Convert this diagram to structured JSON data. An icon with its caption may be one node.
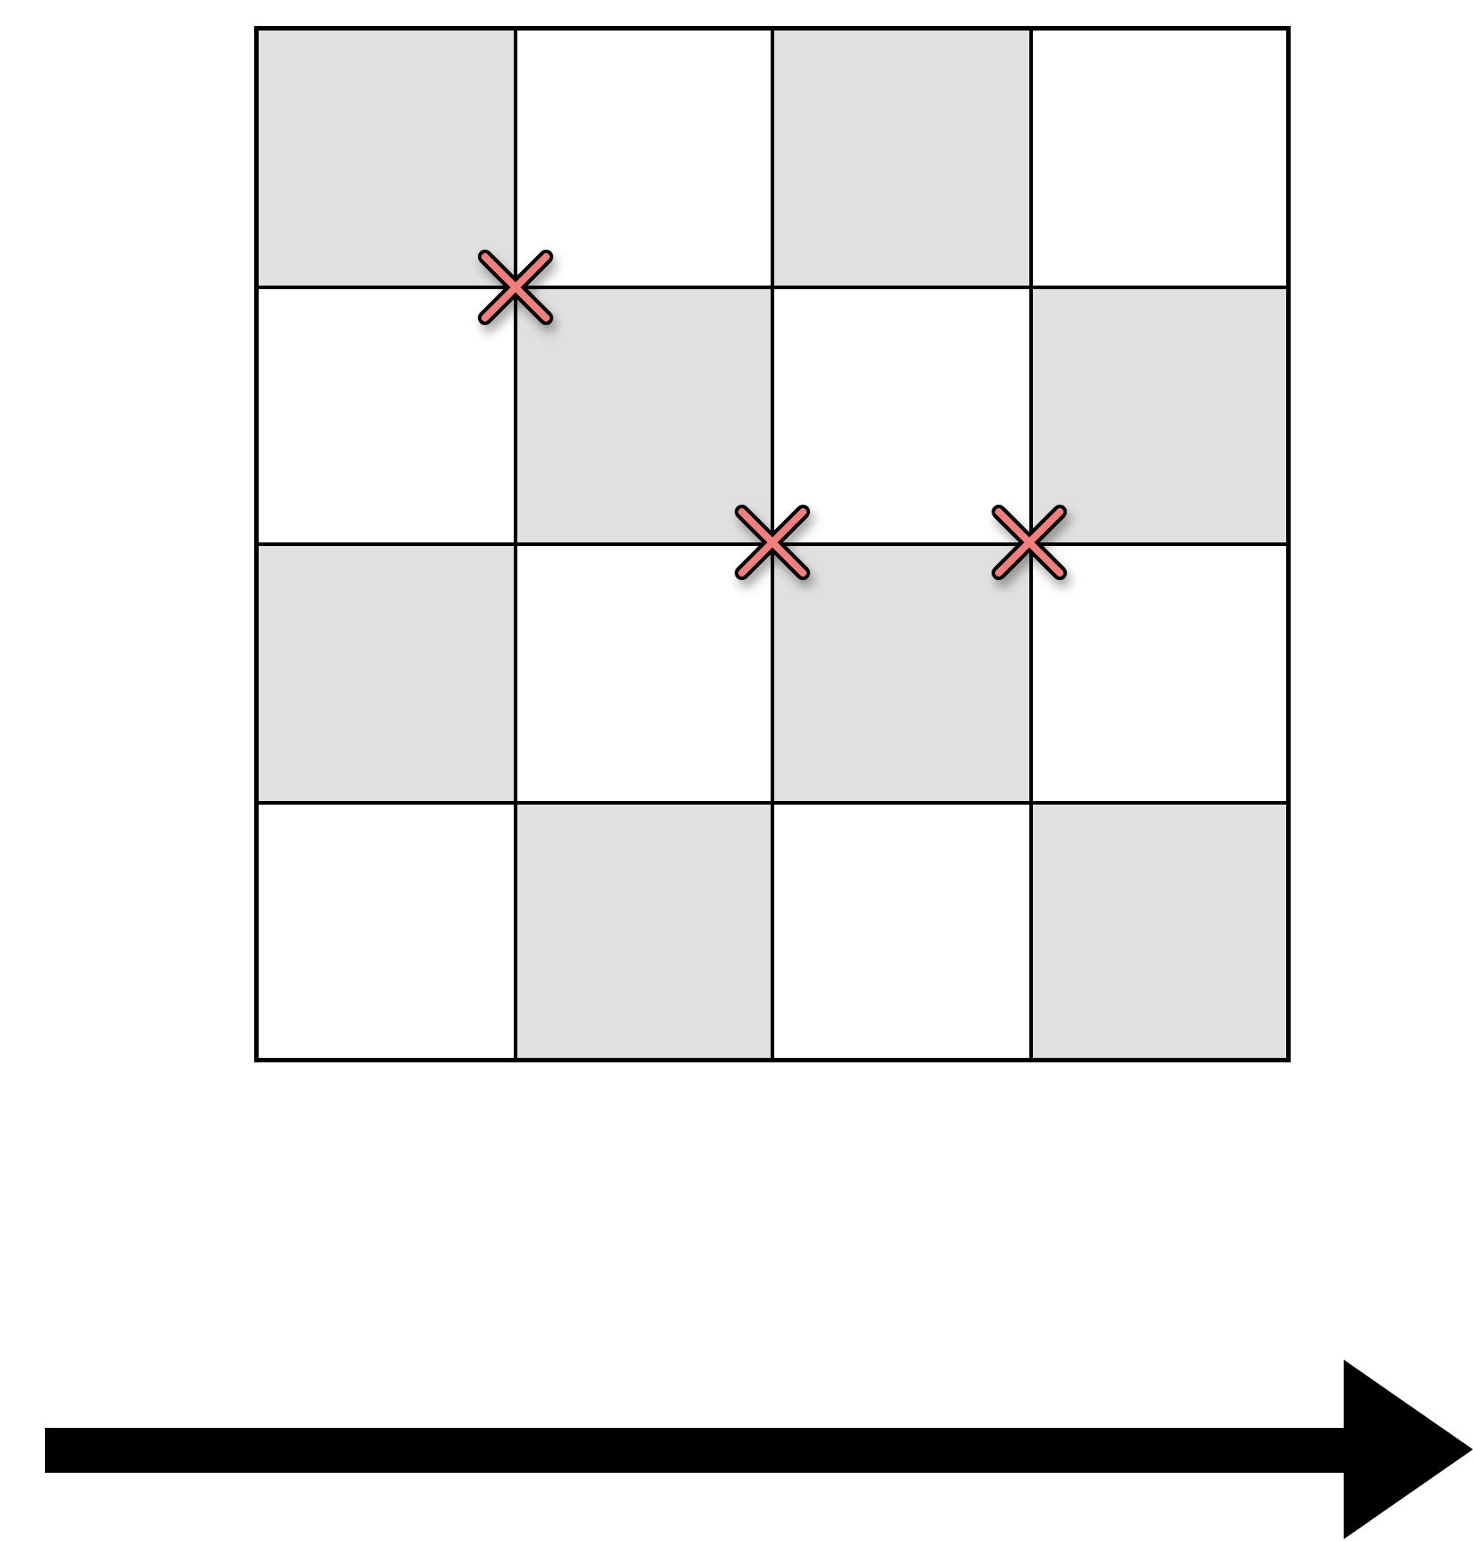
{
  "diagram": {
    "nodes": [
      {
        "text": [],
        "shape": "box"
      },
      {
        "text": [],
        "shape": "box"
      },
      {
        "text": [],
        "shape": "box"
      },
      {
        "text": [],
        "shape": "box"
      },
      {
        "text": [],
        "shape": "box"
      },
      {
        "text": [],
        "shape": "box"
      },
      {
        "text": [],
        "shape": "box"
      },
      {
        "text": [],
        "shape": "box"
      },
      {
        "text": [],
        "shape": "box"
      },
      {
        "text": [],
        "shape": "box"
      },
      {
        "text": [],
        "shape": "box"
      },
      {
        "text": [],
        "shape": "box"
      },
      {
        "text": [],
        "shape": "box"
      },
      {
        "text": [],
        "shape": "box"
      },
      {
        "text": [],
        "shape": "box"
      },
      {
        "text": [],
        "shape": "box"
      }
    ]
  }
}
